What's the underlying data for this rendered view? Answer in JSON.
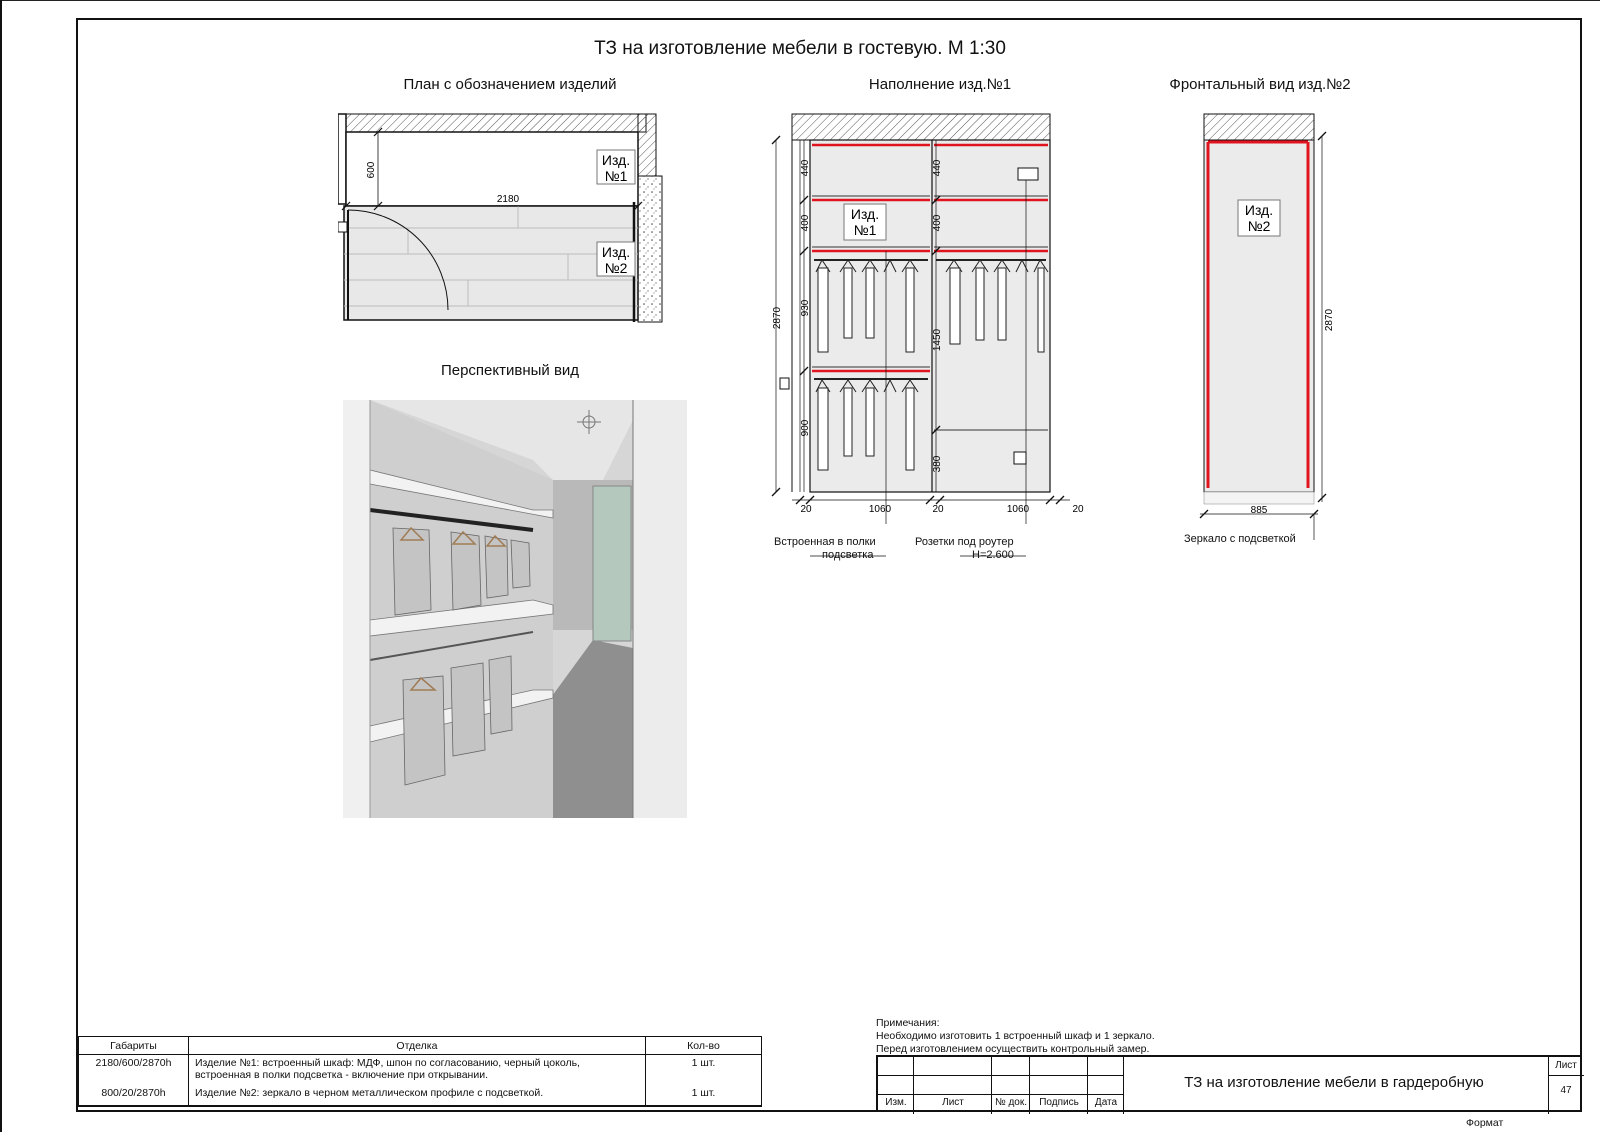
{
  "sheet": {
    "title": "ТЗ на изготовление мебели в гостевую. М 1:30",
    "format_label": "Формат"
  },
  "plan": {
    "title": "План с обозначением изделий",
    "dim_width": "2180",
    "dim_depth": "600",
    "item1_label": [
      "Изд.",
      "№1"
    ],
    "item2_label": [
      "Изд.",
      "№2"
    ]
  },
  "perspective": {
    "title": "Перспективный вид"
  },
  "filling": {
    "title": "Наполнение изд.№1",
    "item_label": [
      "Изд.",
      "№1"
    ],
    "dims_left": [
      "440",
      "400",
      "930",
      "900"
    ],
    "dims_right": [
      "440",
      "400",
      "1450",
      "380"
    ],
    "dim_total_height": "2870",
    "dims_bottom": [
      "20",
      "1060",
      "20",
      "1060",
      "20"
    ],
    "callout_lighting": [
      "Встроенная в полки",
      "подсветка"
    ],
    "callout_sockets": [
      "Розетки под роутер",
      "H=2.600"
    ]
  },
  "front": {
    "title": "Фронтальный вид изд.№2",
    "item_label": [
      "Изд.",
      "№2"
    ],
    "dim_height": "2870",
    "dim_width": "885",
    "callout_mirror": "Зеркало с подсветкой"
  },
  "spec_table": {
    "headers": [
      "Габариты",
      "Отделка",
      "Кол-во"
    ],
    "rows": [
      {
        "dims": "2180/600/2870h",
        "finish": "Изделие №1: встроенный шкаф: МДФ, шпон по согласованию, черный цоколь, встроенная в полки подсветка - включение при открывании.",
        "qty": "1 шт."
      },
      {
        "dims": "800/20/2870h",
        "finish": "Изделие №2: зеркало в черном металлическом профиле с подсветкой.",
        "qty": "1 шт."
      }
    ]
  },
  "notes": {
    "heading": "Примечания:",
    "lines": [
      "Необходимо изготовить 1 встроенный шкаф и 1 зеркало.",
      "Перед изготовлением осуществить контрольный замер."
    ]
  },
  "stamp": {
    "headers": [
      "Изм.",
      "Лист",
      "№ док.",
      "Подпись",
      "Дата"
    ],
    "title": "ТЗ на изготовление мебели в гардеробную",
    "sheet_label": "Лист",
    "sheet_number": "47"
  },
  "colors": {
    "shelf_highlight": "#e0141e",
    "panel_fill": "#e9e9e9",
    "hatch": "#555555",
    "mirror_green": "#b5c8bd"
  }
}
